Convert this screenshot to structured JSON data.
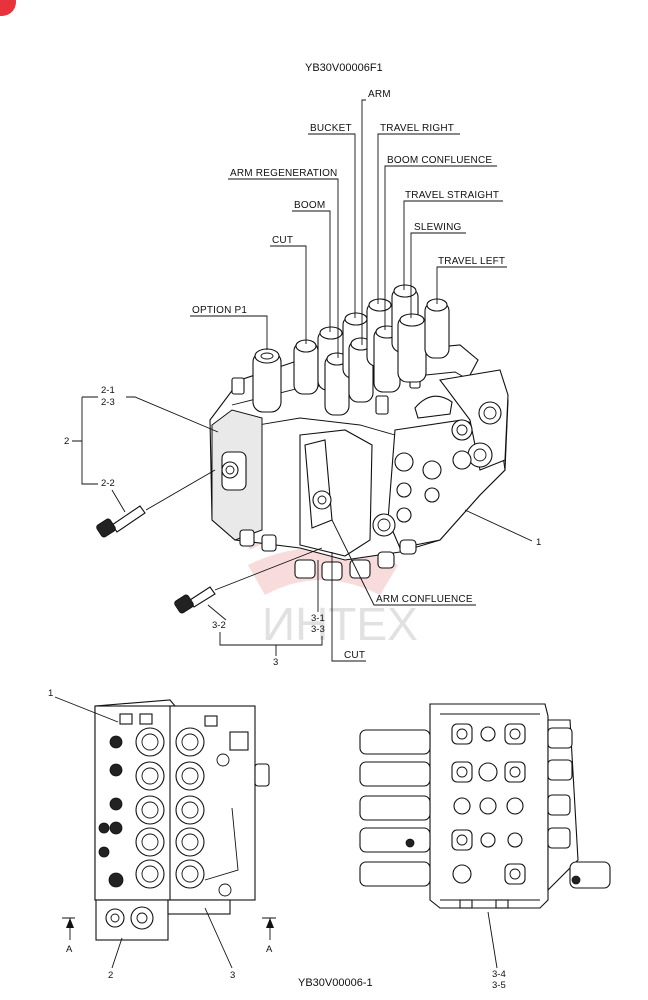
{
  "codes": {
    "top": "YB30V00006F1",
    "bottom": "YB30V00006-1"
  },
  "watermark": "ИНТЕХ",
  "labels": {
    "arm": "ARM",
    "bucket": "BUCKET",
    "travel_right": "TRAVEL RIGHT",
    "boom_confluence": "BOOM CONFLUENCE",
    "arm_regeneration": "ARM REGENERATION",
    "travel_straight": "TRAVEL STRAIGHT",
    "boom": "BOOM",
    "slewing": "SLEWING",
    "cut_top": "CUT",
    "travel_left": "TRAVEL LEFT",
    "option_p1": "OPTION P1",
    "arm_confluence": "ARM CONFLUENCE",
    "cut_bottom": "CUT"
  },
  "callouts": {
    "c2_1": "2-1",
    "c2_3": "2-3",
    "c2": "2",
    "c2_2": "2-2",
    "c1": "1",
    "c3_2": "3-2",
    "c3_1": "3-1",
    "c3_3": "3-3",
    "c3": "3",
    "b1": "1",
    "b2": "2",
    "b3": "3",
    "a_left": "A",
    "a_right": "A",
    "c3_4": "3-4",
    "c3_5": "3-5"
  },
  "colors": {
    "corner_badge": "#e8323c",
    "watermark": "#f2b8b8"
  }
}
